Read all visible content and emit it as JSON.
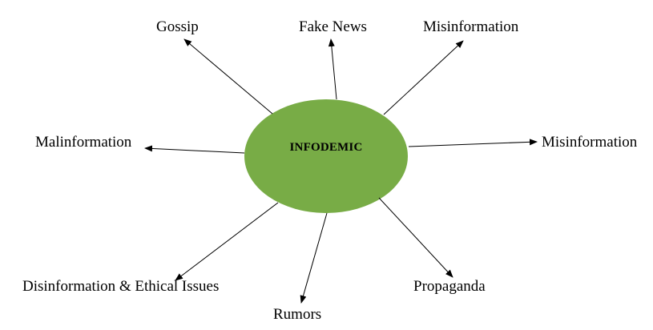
{
  "center": {
    "label": "INFODEMIC",
    "color": "#78ac46"
  },
  "nodes": {
    "gossip": "Gossip",
    "fake_news": "Fake News",
    "misinformation_top": "Misinformation",
    "malinformation": "Malinformation",
    "misinformation_right": "Misinformation",
    "disinformation_ethical": "Disinformation & Ethical Issues",
    "rumors": "Rumors",
    "propaganda": "Propaganda"
  }
}
